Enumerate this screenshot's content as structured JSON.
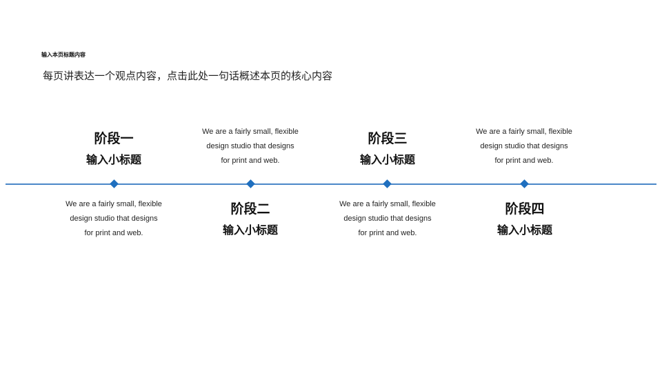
{
  "header": {
    "title": "输入本页标题内容",
    "subtitle": "每页讲表达一个观点内容，点击此处一句话概述本页的核心内容"
  },
  "stages": [
    {
      "title": "阶段一",
      "subtitle": "输入小标题",
      "description": [
        "We are a fairly small, flexible",
        "design studio that designs",
        "for print and web."
      ]
    },
    {
      "title": "阶段二",
      "subtitle": "输入小标题",
      "description": [
        "We are a fairly small, flexible",
        "design studio that designs",
        "for print and web."
      ]
    },
    {
      "title": "阶段三",
      "subtitle": "输入小标题",
      "description": [
        "We are a fairly small, flexible",
        "design studio that designs",
        "for print and web."
      ]
    },
    {
      "title": "阶段四",
      "subtitle": "输入小标题",
      "description": [
        "We are a fairly small, flexible",
        "design studio that designs",
        "for print and web."
      ]
    }
  ],
  "colors": {
    "line": "#4a87c8",
    "marker": "#1f6fbf"
  }
}
